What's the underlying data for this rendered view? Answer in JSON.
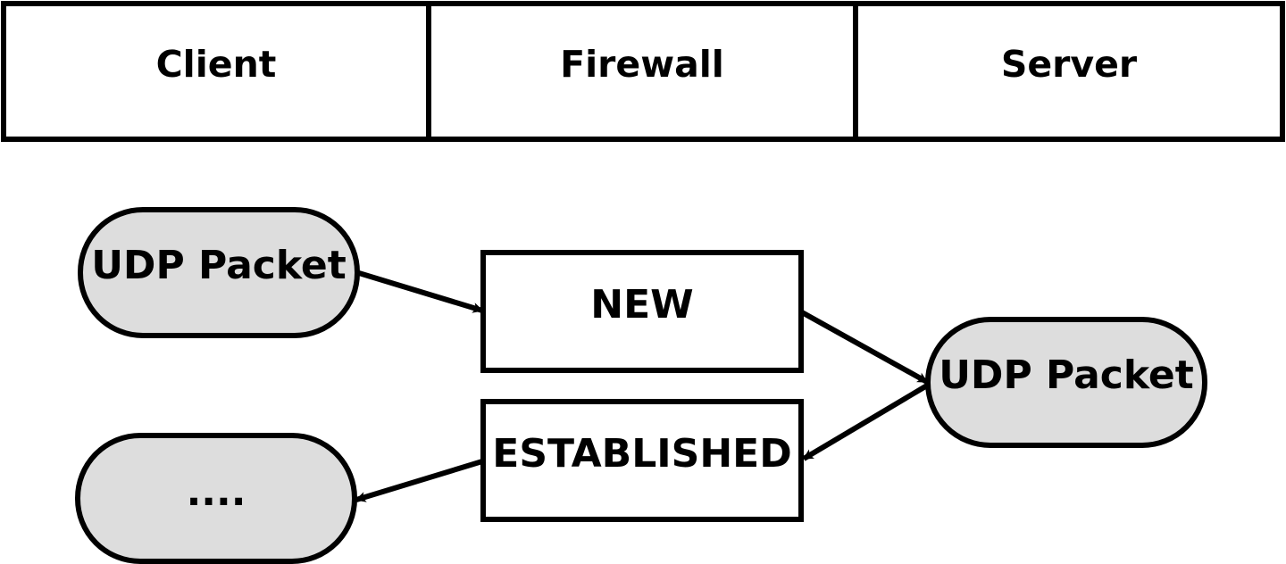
{
  "colors": {
    "stroke": "#000000",
    "packet_fill": "#dddddd",
    "state_fill": "#ffffff",
    "background": "#ffffff"
  },
  "lanes": [
    {
      "label": "Client"
    },
    {
      "label": "Firewall"
    },
    {
      "label": "Server"
    }
  ],
  "nodes": {
    "client_packet": {
      "label": "UDP Packet",
      "shape": "rounded-pill"
    },
    "state_new": {
      "label": "NEW",
      "shape": "rectangle"
    },
    "server_packet": {
      "label": "UDP Packet",
      "shape": "rounded-pill"
    },
    "state_established": {
      "label": "ESTABLISHED",
      "shape": "rectangle"
    },
    "client_next": {
      "label": "....",
      "shape": "rounded-pill"
    }
  },
  "edges": [
    {
      "from": "client_packet",
      "to": "state_new"
    },
    {
      "from": "state_new",
      "to": "server_packet"
    },
    {
      "from": "server_packet",
      "to": "state_established"
    },
    {
      "from": "state_established",
      "to": "client_next"
    }
  ]
}
